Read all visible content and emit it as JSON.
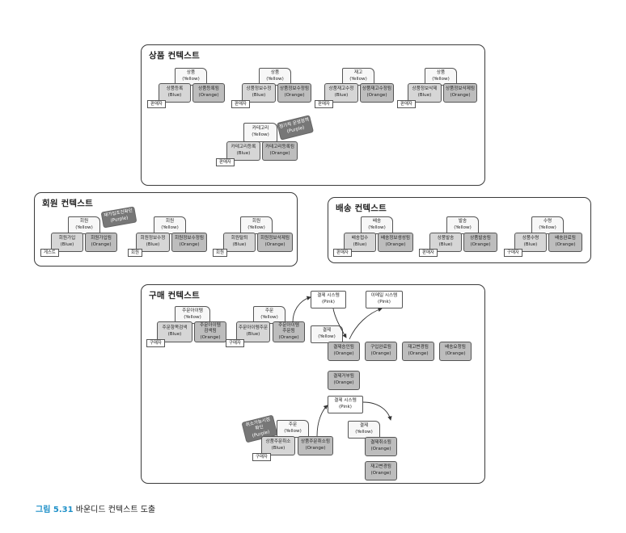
{
  "contexts": {
    "product": "상품 컨텍스트",
    "member": "회원 컨텍스트",
    "delivery": "배송 컨텍스트",
    "order": "구매 컨텍스트"
  },
  "cards": {
    "p1_agg": "상품\n(Yellow)",
    "p1_cmd": "상품등록\n(Blue)",
    "p1_evt": "상품등록됨\n(Orange)",
    "p2_agg": "상품\n(Yellow)",
    "p2_cmd": "상품정보수정\n(Blue)",
    "p2_evt": "상품정보수정됨\n(Orange)",
    "p3_agg": "재고\n(Yellow)",
    "p3_cmd": "상품재고수정\n(Blue)",
    "p3_evt": "상품재고수정됨\n(Orange)",
    "p4_agg": "상품\n(Yellow)",
    "p4_cmd": "상품정보삭제\n(Blue)",
    "p4_evt": "상품정보삭제됨\n(Orange)",
    "p5_agg": "카테고리\n(Yellow)",
    "p5_cmd": "카테고리등록\n(Blue)",
    "p5_evt": "카테고리등록됨\n(Orange)",
    "p5_pol": "정기적 운영정책\n(Purple)",
    "m1_agg": "회원\n(Yellow)",
    "m1_cmd": "회원가입\n(Blue)",
    "m1_evt": "회원가입됨\n(Orange)",
    "m1_pol": "재가입조건확인\n(Purple)",
    "m2_agg": "회원\n(Yellow)",
    "m2_cmd": "회원정보수정\n(Blue)",
    "m2_evt": "회원정보수정됨\n(Orange)",
    "m3_agg": "회원\n(Yellow)",
    "m3_cmd": "회원탈퇴\n(Blue)",
    "m3_evt": "회원정보삭제됨\n(Orange)",
    "d1_agg": "배송\n(Yellow)",
    "d1_cmd": "배송접수\n(Blue)",
    "d1_evt": "배송정보생성됨\n(Orange)",
    "d2_agg": "발송\n(Yellow)",
    "d2_cmd": "상품발송\n(Blue)",
    "d2_evt": "상품발송됨\n(Orange)",
    "d3_agg": "수령\n(Yellow)",
    "d3_cmd": "상품수령\n(Blue)",
    "d3_evt": "배송완료됨\n(Orange)",
    "o1_agg": "주문아이템\n(Yellow)",
    "o1_cmd": "주문항목검색\n(Blue)",
    "o1_evt": "주문아이템\n검색됨\n(Orange)",
    "o2_agg": "주문\n(Yellow)",
    "o2_cmd": "주문아이템주문\n(Blue)",
    "o2_evt": "주문아이템\n주문됨\n(Orange)",
    "o_pay_sys": "결제 시스템\n(Pink)",
    "o_mail_sys": "이메일 시스템\n(Pink)",
    "o_pay_agg": "결제\n(Yellow)",
    "o_pay_ok": "결제승인됨\n(Orange)",
    "o_purchase_done": "구입완료됨\n(Orange)",
    "o_stock_changed": "재고변경됨\n(Orange)",
    "o_delivery_req": "배송요청됨\n(Orange)",
    "o_pay_rejected": "결제거부됨\n(Orange)",
    "o_pay_sys2": "결제 시스템\n(Pink)",
    "o_cancel_pol": "취소가능시점\n확인\n(Purple)",
    "o3_agg": "주문\n(Yellow)",
    "o3_cmd": "상품주문취소\n(Blue)",
    "o3_evt": "상품주문취소됨\n(Orange)",
    "o_pay_agg2": "결제\n(Yellow)",
    "o_pay_cancel": "결제취소됨\n(Orange)",
    "o_stock_changed2": "재고변경됨\n(Orange)"
  },
  "actors": {
    "p1": "판매자",
    "p2": "판매자",
    "p3": "판매자",
    "p4": "판매자",
    "p5": "판매자",
    "m1": "게스트",
    "m2": "회원",
    "m3": "회원",
    "d1": "판매자",
    "d2": "판매자",
    "d3": "구매자",
    "o1": "구매자",
    "o2": "구매자",
    "o3": "구매자"
  },
  "caption": {
    "figure": "그림 5.31",
    "text": "바운디드 컨텍스트 도출"
  },
  "colors": {
    "aggregate": "#f7f7f7",
    "command": "#d6d6d6",
    "event": "#bdbdbd",
    "policy": "#777777",
    "caption_accent": "#1e90c8"
  }
}
